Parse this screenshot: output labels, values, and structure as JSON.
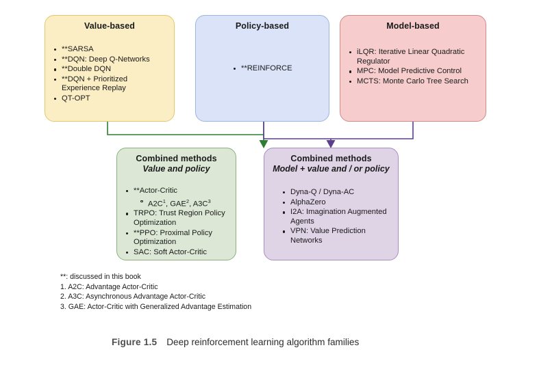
{
  "figure": {
    "caption_label": "Figure 1.5",
    "caption_text": "Deep reinforcement learning algorithm families"
  },
  "colors": {
    "value_based_fill": "#fbeec4",
    "value_based_border": "#e3c86a",
    "policy_based_fill": "#dae3f8",
    "policy_based_border": "#9bb4e0",
    "model_based_fill": "#f6cccd",
    "model_based_border": "#d08a8a",
    "combined_value_policy_fill": "#dce8d5",
    "combined_value_policy_border": "#8ab27e",
    "combined_model_fill": "#dfd3e6",
    "combined_model_border": "#a98cc0",
    "green_connector": "#2e7d32",
    "purple_connector": "#5b3f8c"
  },
  "nodes": {
    "value_based": {
      "title": "Value-based",
      "items": [
        "**SARSA",
        "**DQN: Deep Q-Networks",
        "**Double DQN",
        "**DQN + Prioritized Experience Replay",
        "QT-OPT"
      ]
    },
    "policy_based": {
      "title": "Policy-based",
      "items": [
        "**REINFORCE"
      ]
    },
    "model_based": {
      "title": "Model-based",
      "items": [
        "iLQR: Iterative Linear Quadratic Regulator",
        "MPC: Model Predictive Control",
        "MCTS: Monte Carlo Tree Search"
      ]
    },
    "combined_value_policy": {
      "title": "Combined methods",
      "subtitle": "Value and policy",
      "items": [
        "**Actor-Critic",
        "TRPO: Trust Region Policy Optimization",
        "**PPO: Proximal Policy Optimization",
        "SAC: Soft Actor-Critic"
      ],
      "sub_item_parts": {
        "a2c": "A2C",
        "a2c_sup": "1",
        "sep1": ", ",
        "gae": "GAE",
        "gae_sup": "2",
        "sep2": ", ",
        "a3c": "A3C",
        "a3c_sup": "3"
      }
    },
    "combined_model": {
      "title": "Combined methods",
      "subtitle": "Model + value and / or policy",
      "items": [
        "Dyna-Q / Dyna-AC",
        "AlphaZero",
        "I2A: Imagination Augmented Agents",
        "VPN: Value Prediction Networks"
      ]
    }
  },
  "footnotes": [
    "**: discussed in this book",
    "1. A2C: Advantage Actor-Critic",
    "2. A3C: Asynchronous Advantage Actor-Critic",
    "3. GAE: Actor-Critic with Generalized Advantage Estimation"
  ]
}
